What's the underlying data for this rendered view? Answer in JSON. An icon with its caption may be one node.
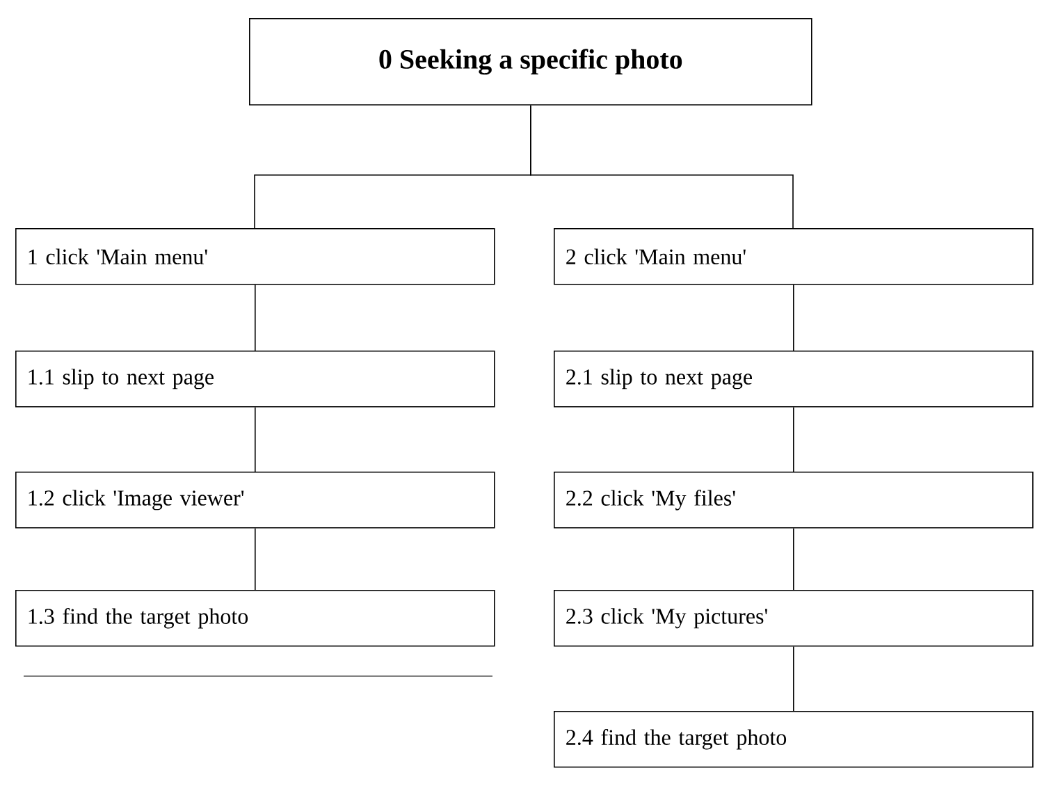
{
  "diagram": {
    "nodes": [
      {
        "text": [
          "0 Seeking a specific photo"
        ]
      },
      {
        "text": [
          "1 click 'Main menu'"
        ]
      },
      {
        "text": [
          "1.1 slip to next page"
        ]
      },
      {
        "text": [
          "1.2 click 'Image viewer'"
        ]
      },
      {
        "text": [
          "1.3 find the target photo"
        ]
      },
      {
        "text": [
          "2 click 'Main menu'"
        ]
      },
      {
        "text": [
          "2.1 slip to next page"
        ]
      },
      {
        "text": [
          "2.2 click 'My files'"
        ]
      },
      {
        "text": [
          "2.3 click 'My pictures'"
        ]
      },
      {
        "text": [
          "2.4 find the target photo"
        ]
      }
    ],
    "edges": [
      {
        "from": 0,
        "to": 1,
        "arrow": "none"
      },
      {
        "from": 0,
        "to": 5,
        "arrow": "none"
      },
      {
        "from": 1,
        "to": 2,
        "arrow": "none"
      },
      {
        "from": 2,
        "to": 3,
        "arrow": "none"
      },
      {
        "from": 3,
        "to": 4,
        "arrow": "none"
      },
      {
        "from": 5,
        "to": 6,
        "arrow": "none"
      },
      {
        "from": 6,
        "to": 7,
        "arrow": "none"
      },
      {
        "from": 7,
        "to": 8,
        "arrow": "none"
      },
      {
        "from": 8,
        "to": 9,
        "arrow": "none"
      }
    ]
  }
}
